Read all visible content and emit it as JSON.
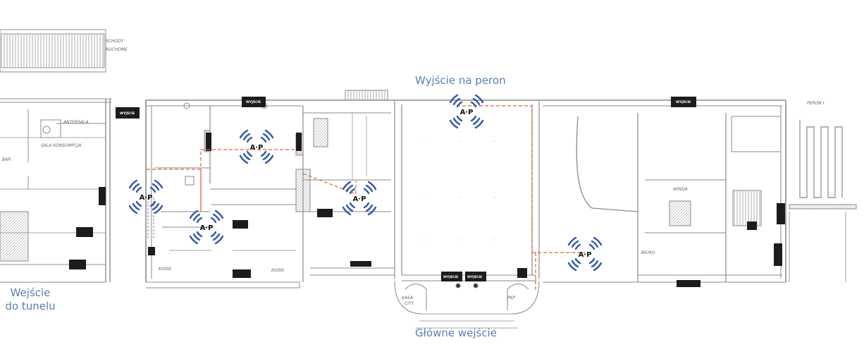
{
  "labels": {
    "platform_exit": "Wyjście na peron",
    "tunnel_exit_line1": "Wejście",
    "tunnel_exit_line2": "do tunelu",
    "main_entrance": "Główne wejście"
  },
  "access_points": [
    {
      "id": "ap1",
      "label": "A·P"
    },
    {
      "id": "ap2",
      "label": "A·P"
    },
    {
      "id": "ap3",
      "label": "A·P"
    },
    {
      "id": "ap4",
      "label": "A·P"
    },
    {
      "id": "ap5",
      "label": "A·P"
    },
    {
      "id": "ap6",
      "label": "A·P"
    }
  ],
  "signs": {
    "exit": "WYJŚCIE"
  },
  "colors": {
    "caption": "#5b7fb3",
    "ap_waves": "#2f56a6",
    "network_line": "#e2603a",
    "plan_lines": "#8a8a8a",
    "signs": "#1c1c1c"
  },
  "icons": {
    "access_point": "wifi-access-point-icon",
    "exit_sign": "exit-sign-icon",
    "running_man": "emergency-exit-icon"
  }
}
